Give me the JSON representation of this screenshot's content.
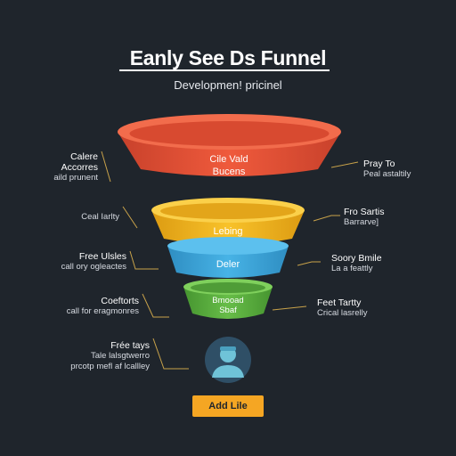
{
  "header": {
    "title": "Eanly See Ds Funnel",
    "subtitle": "Developmen! pricinel"
  },
  "stages": [
    {
      "line1": "Cile Vald",
      "line2": "Bucens",
      "color": "#e8533a"
    },
    {
      "line1": "Lebing",
      "line2": "",
      "color": "#f2b51d"
    },
    {
      "line1": "Deler",
      "line2": "",
      "color": "#3fa7dd"
    },
    {
      "line1": "Bmooad",
      "line2": "Sbaf",
      "color": "#5aae3e"
    }
  ],
  "left_annotations": [
    {
      "head": "Calere",
      "line2": "Accorres",
      "line3": "aild prunent"
    },
    {
      "head": "",
      "line2": "Ceal Iarlty",
      "line3": ""
    },
    {
      "head": "Free Ulsles",
      "line2": "call ory ogleactes",
      "line3": ""
    },
    {
      "head": "Coeftorts",
      "line2": "call for eragmonres",
      "line3": ""
    },
    {
      "head": "Frée tays",
      "line2": "Tale lalsgtwerro",
      "line3": "prcotp mefl af lcallley"
    }
  ],
  "right_annotations": [
    {
      "head": "Pray To",
      "line2": "Peal astaltily"
    },
    {
      "head": "Fro Sartis",
      "line2": "Barrarve]"
    },
    {
      "head": "Soory Bmile",
      "line2": "La a feattly"
    },
    {
      "head": "Feet Tartty",
      "line2": "Crical lasrelly"
    }
  ],
  "cta": {
    "label": "Add Lile"
  },
  "colors": {
    "background": "#1f252c",
    "connector": "#c8a24a",
    "accent": "#f5a623",
    "avatar_bg": "#2f4f66",
    "avatar_figure": "#6fc3d8"
  }
}
